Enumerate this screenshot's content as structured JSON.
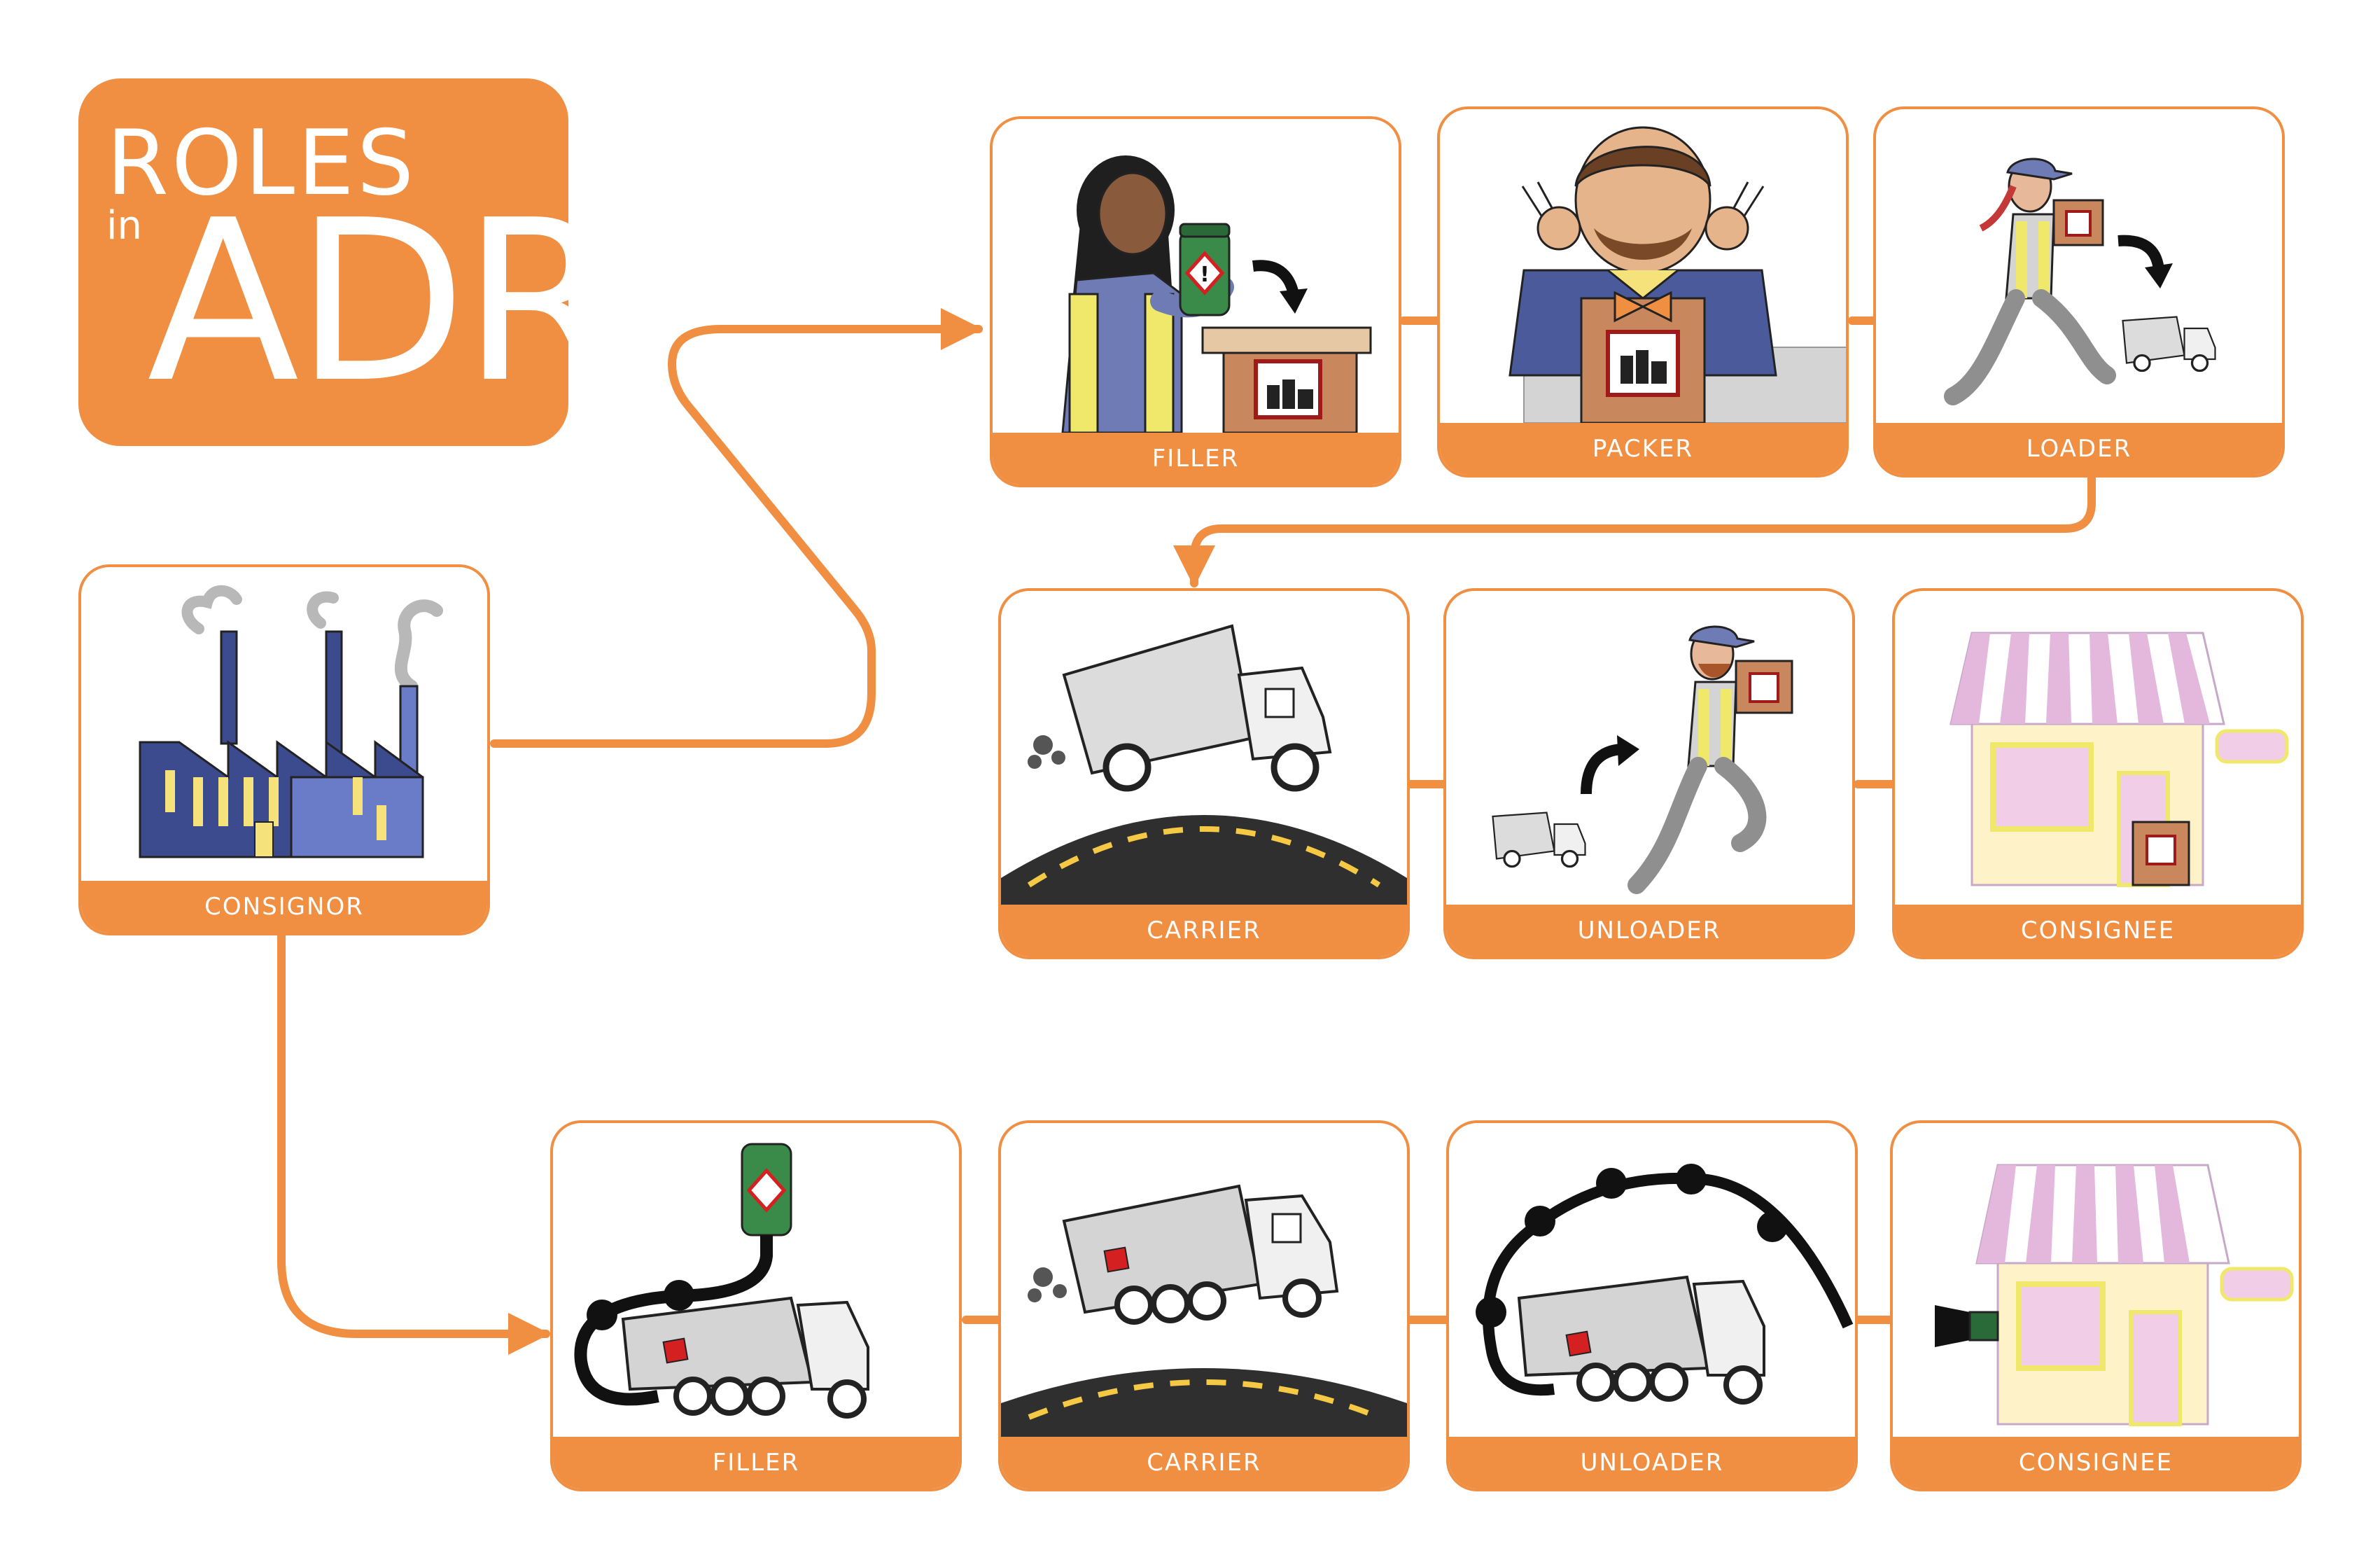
{
  "title": {
    "line1": "ROLES",
    "line2": "in",
    "line3": "ADR"
  },
  "colors": {
    "accent": "#f08e42",
    "white": "#ffffff",
    "road": "#2f2f2f",
    "road_line": "#f6c944"
  },
  "consignor": {
    "label": "CONSIGNOR",
    "icon": "factory-icon"
  },
  "packaged_chain": [
    {
      "label": "FILLER",
      "icon": "worker-filling-box-icon"
    },
    {
      "label": "PACKER",
      "icon": "packer-with-box-icon"
    },
    {
      "label": "LOADER",
      "icon": "loader-carrying-box-icon"
    },
    {
      "label": "CARRIER",
      "icon": "truck-on-road-icon"
    },
    {
      "label": "UNLOADER",
      "icon": "unloader-carrying-box-icon"
    },
    {
      "label": "CONSIGNEE",
      "icon": "shop-icon"
    }
  ],
  "tank_chain": [
    {
      "label": "FILLER",
      "icon": "tanker-filling-icon"
    },
    {
      "label": "CARRIER",
      "icon": "tanker-on-road-icon"
    },
    {
      "label": "UNLOADER",
      "icon": "tanker-unloading-hose-icon"
    },
    {
      "label": "CONSIGNEE",
      "icon": "shop-with-hose-icon"
    }
  ]
}
